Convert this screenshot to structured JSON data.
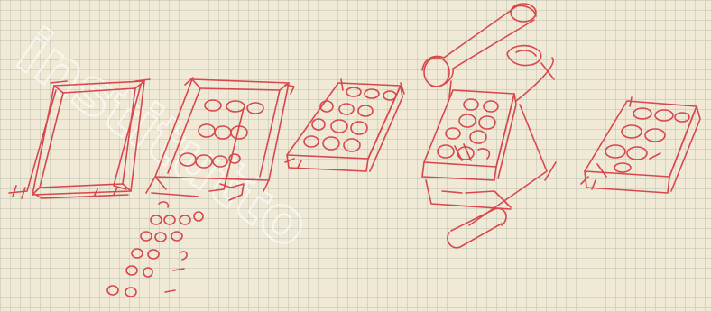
{
  "watermark": {
    "text": "institutto",
    "color": "#ffffff"
  },
  "sketch": {
    "ink_color": "#d8474c",
    "paper_color": "#efe9d6",
    "grid_color": "#a0a89a",
    "stages": [
      {
        "id": "stage-1",
        "content": "empty-tray"
      },
      {
        "id": "stage-2",
        "content": "tray-with-pebbles-spilling"
      },
      {
        "id": "stage-3",
        "content": "filled-tray"
      },
      {
        "id": "stage-4",
        "content": "tray-under-gripper-arm"
      },
      {
        "id": "stage-5",
        "content": "finished-tray"
      }
    ]
  }
}
